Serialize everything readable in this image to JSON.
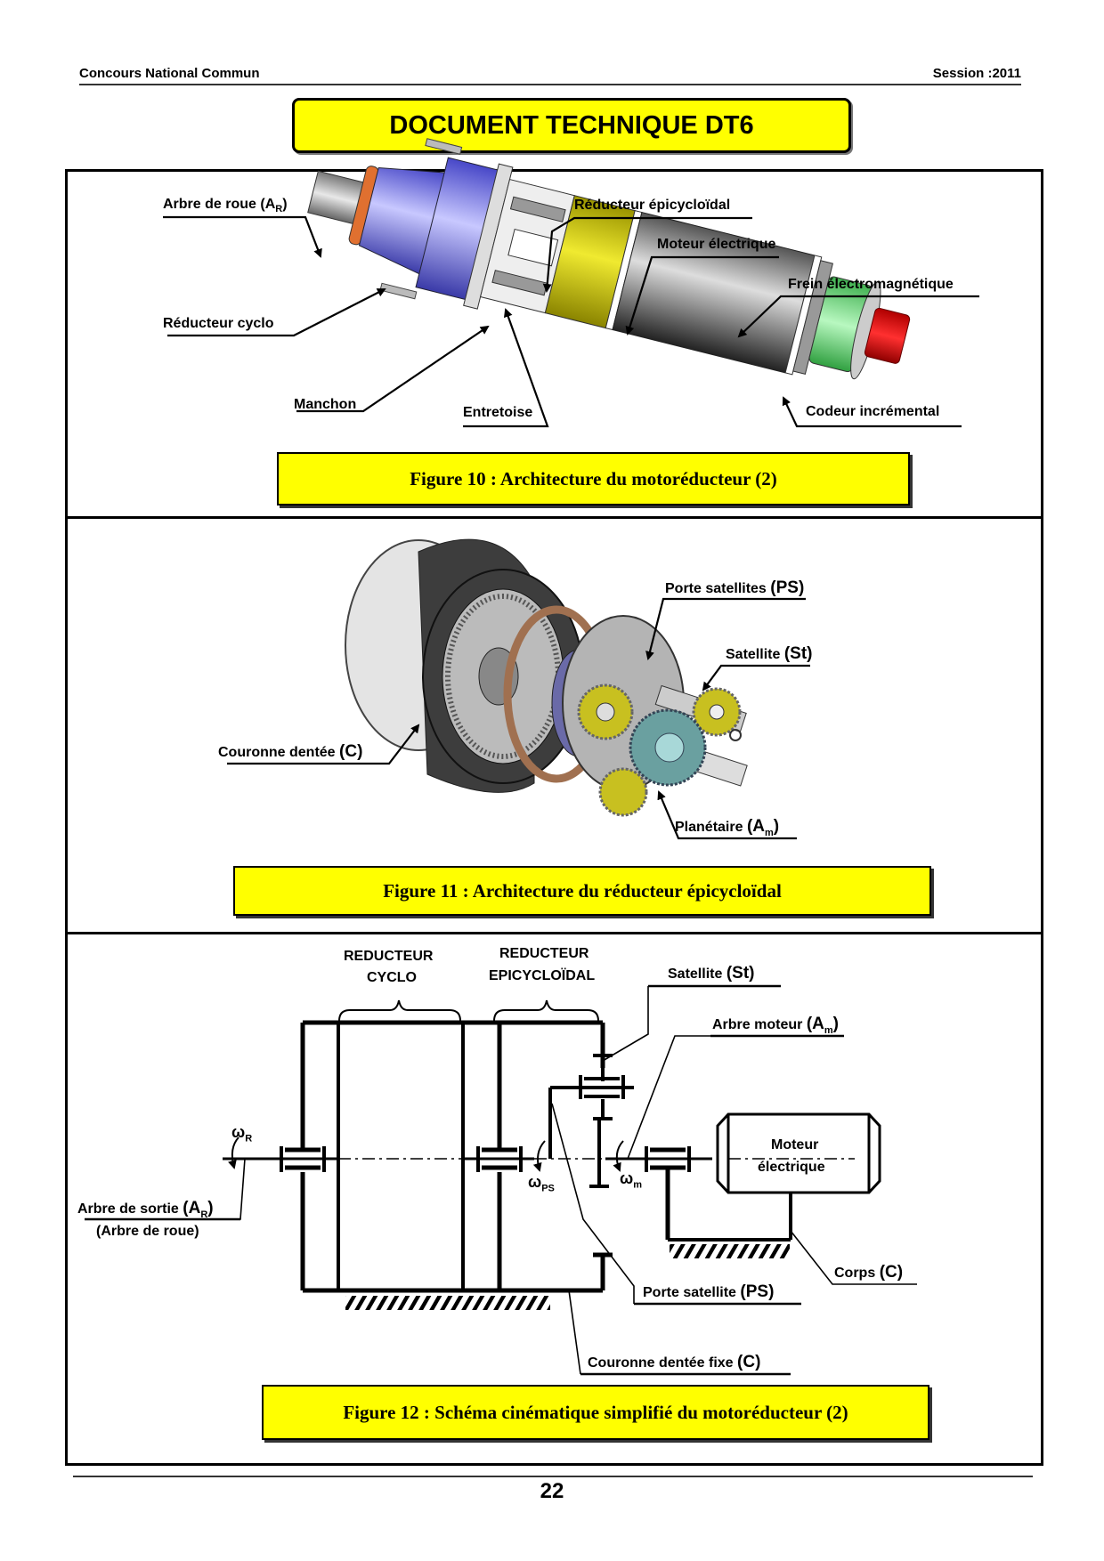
{
  "header": {
    "left": "Concours National Commun",
    "right": "Session :2011",
    "title": "DOCUMENT TECHNIQUE DT6"
  },
  "figure10": {
    "caption": "Figure 10 : Architecture du motoréducteur (2)",
    "labels": {
      "arbre_roue": "Arbre de roue (A",
      "arbre_roue_sub": "R",
      "reducteur_cyclo": "Réducteur cyclo",
      "manchon": "Manchon",
      "entretoise": "Entretoise",
      "reducteur_epi": "Réducteur épicycloïdal",
      "moteur": "Moteur électrique",
      "frein": "Frein électromagnétique",
      "codeur": "Codeur incrémental"
    },
    "colors": {
      "cyclo": "#6a6ae0",
      "epi": "#d8d000",
      "motor": "#3a3a3a",
      "brake": "#7ee08a",
      "encoder": "#e01010",
      "ring": "#e07030"
    }
  },
  "figure11": {
    "caption": "Figure 11 : Architecture du réducteur épicycloïdal",
    "labels": {
      "porte_satellites": "Porte satellites",
      "porte_satellites_sym": "(PS)",
      "satellite": "Satellite",
      "satellite_sym": "(St)",
      "couronne": "Couronne dentée",
      "couronne_sym": "(C)",
      "planetaire": "Planétaire",
      "planetaire_sym_a": "(A",
      "planetaire_sym_sub": "m",
      "planetaire_sym_end": ")"
    },
    "colors": {
      "ring": "#3d3d3d",
      "disc": "#a0a0a0",
      "gear": "#c8c020",
      "sun": "#6aa0a0",
      "friction": "#a07050"
    }
  },
  "figure12": {
    "caption": "Figure 12 : Schéma cinématique simplifié du motoréducteur (2)",
    "labels": {
      "red_cyclo_1": "REDUCTEUR",
      "red_cyclo_2": "CYCLO",
      "red_epi_1": "REDUCTEUR",
      "red_epi_2": "EPICYCLOÏDAL",
      "satellite": "Satellite",
      "satellite_sym": "(St)",
      "arbre_moteur": "Arbre moteur",
      "arbre_moteur_sym_a": "(A",
      "arbre_moteur_sub": "m",
      "arbre_moteur_sym_end": ")",
      "omega_r": "ω",
      "omega_r_sub": "R",
      "omega_ps": "ω",
      "omega_ps_sub": "PS",
      "omega_m": "ω",
      "omega_m_sub": "m",
      "moteur_1": "Moteur",
      "moteur_2": "électrique",
      "arbre_sortie": "Arbre de sortie",
      "arbre_sortie_sym_a": "(A",
      "arbre_sortie_sub": "R",
      "arbre_sortie_sym_end": ")",
      "arbre_roue": "(Arbre de roue)",
      "corps": "Corps",
      "corps_sym": "(C)",
      "porte_satellite": "Porte satellite",
      "porte_satellite_sym": "(PS)",
      "couronne_fixe": "Couronne dentée fixe",
      "couronne_fixe_sym": "(C)"
    }
  },
  "footer": {
    "page_number": "22"
  }
}
